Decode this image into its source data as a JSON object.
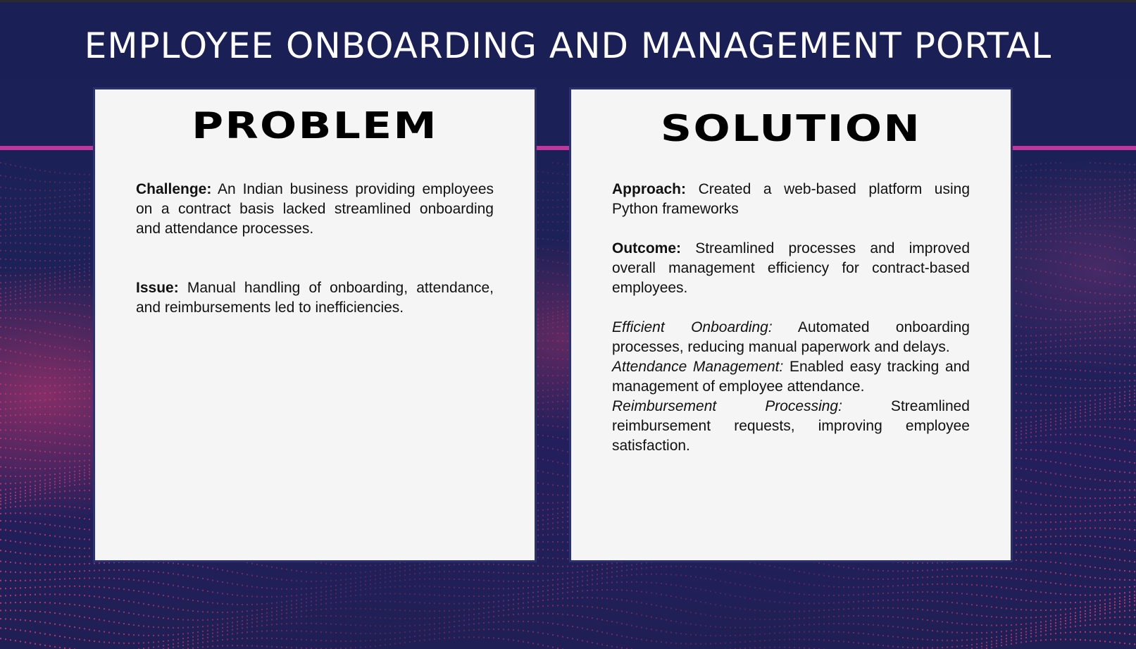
{
  "title": "EMPLOYEE ONBOARDING AND MANAGEMENT PORTAL",
  "colors": {
    "background": "#1a2056",
    "accent_line": "#c0369b",
    "card": "#f5f5f5",
    "dots": "#d63a70"
  },
  "problem": {
    "heading": "PROBLEM",
    "challenge_label": "Challenge:",
    "challenge_text": " An Indian business providing employees on a contract basis lacked streamlined onboarding and attendance processes.",
    "issue_label": "Issue:",
    "issue_text": " Manual handling of onboarding, attendance, and reimbursements led to inefficiencies."
  },
  "solution": {
    "heading": "SOLUTION",
    "approach_label": "Approach:",
    "approach_text": " Created a web-based platform using Python frameworks",
    "outcome_label": "Outcome:",
    "outcome_text": " Streamlined processes and improved overall management efficiency for contract-based employees.",
    "features": [
      {
        "label": "Efficient Onboarding:",
        "text": " Automated onboarding processes, reducing manual paperwork and delays."
      },
      {
        "label": "Attendance Management:",
        "text": " Enabled easy tracking and management of employee attendance."
      },
      {
        "label": "Reimbursement Processing:",
        "text": " Streamlined reimbursement requests, improving employee satisfaction."
      }
    ]
  }
}
